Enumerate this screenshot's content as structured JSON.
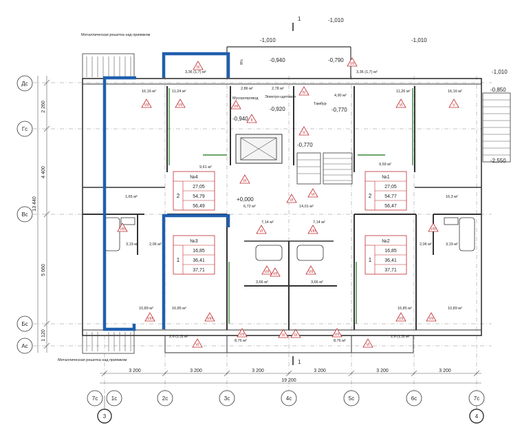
{
  "axes_letters": [
    "Дс",
    "Гс",
    "Вс",
    "Бс",
    "Ас"
  ],
  "axes_numbers": [
    "7с",
    "1с",
    "2с",
    "3с",
    "4с",
    "5с",
    "6с",
    "7с"
  ],
  "axis_refs": [
    "3",
    "4"
  ],
  "dims_vertical": [
    "2 260",
    "4 400",
    "5 660",
    "1 120"
  ],
  "dim_total_vertical": "13 440",
  "dims_horizontal": [
    "3 200",
    "3 200",
    "3 200",
    "3 200",
    "3 200",
    "3 200"
  ],
  "dim_total_horizontal": "19 200",
  "notes": [
    "Металлическая решетка над приямком",
    "Металлическая решетка над приямком"
  ],
  "section_mark": "1",
  "level_marks": [
    "-1,010",
    "-1,010",
    "-1,010",
    "-1,010",
    "-0,940",
    "-0,790",
    "-0,850",
    "-2,550",
    "-0,920",
    "-0,940",
    "-0,770",
    "-0,770",
    "+0,000"
  ],
  "slope": "8%",
  "rooms": {
    "garbage": "Мусоропровод",
    "electric": "Электро-щитовая",
    "vestibule": "Тамбур"
  },
  "areas": [
    "3,36 (1,7) м²",
    "2,86 м²",
    "2,78 м²",
    "4,90 м²",
    "3,36 (1,7) м²",
    "16,16 м²",
    "11,24 м²",
    "11,26 м²",
    "16,16 м²",
    "9,61 м²",
    "9,59 м²",
    "1,65 м²",
    "16,3 м²",
    "6,72 м²",
    "14,01 м²",
    "7,14 м²",
    "7,14 м²",
    "3,19 м²",
    "2,06 м²",
    "2,06 м²",
    "3,19 м²",
    "3,66 м²",
    "3,66 м²",
    "10,89 м²",
    "16,85 м²",
    "16,85 м²",
    "10,89 м²",
    "8,76 м²",
    "8,76 м²",
    "2,6 (1,3) м²",
    "2,6 (1,3) м²"
  ],
  "apartments": [
    {
      "no": "№4",
      "rooms": "2",
      "a": "27,05",
      "b": "54,79",
      "c": "56,49"
    },
    {
      "no": "№1",
      "rooms": "2",
      "a": "27,05",
      "b": "54,77",
      "c": "56,47"
    },
    {
      "no": "№3",
      "rooms": "1",
      "a": "16,85",
      "b": "36,41",
      "c": "37,71"
    },
    {
      "no": "№2",
      "rooms": "1",
      "a": "16,85",
      "b": "36,41",
      "c": "37,71"
    }
  ],
  "marks": [
    "IX",
    "VII",
    "VII",
    "II",
    "IV",
    "V",
    "VI",
    "V",
    "VII",
    "VII",
    "IX",
    "VI",
    "VI",
    "VI",
    "VIII",
    "VII",
    "VII",
    "VIII",
    "VIII",
    "VIII",
    "VIII",
    "VII",
    "VII",
    "VII",
    "VII",
    "VI",
    "VI",
    "IX",
    "IX",
    "VII"
  ],
  "colors": {
    "highlight": "#1f5fae",
    "mark": "#c0282d",
    "wall": "#333333"
  }
}
